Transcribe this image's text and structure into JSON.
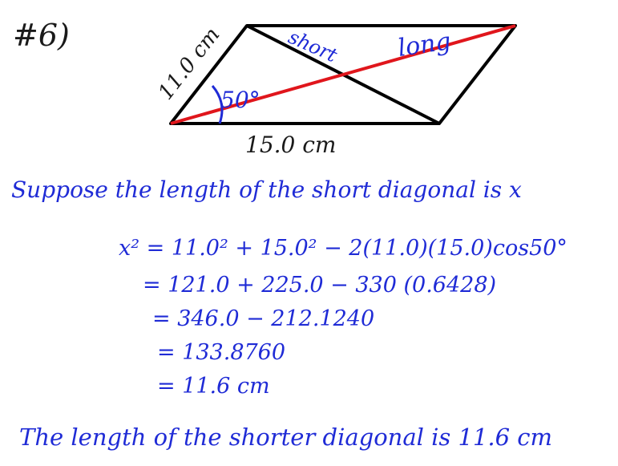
{
  "problem_number": "#6)",
  "figure": {
    "side_label": "11.0 cm",
    "base_label": "15.0 cm",
    "angle_label": "50°",
    "short_label": "short",
    "long_label": "long",
    "colors": {
      "outline": "#000000",
      "long_diagonal": "#e0161c",
      "angle_mark": "#1f2bd6",
      "handwriting_blue": "#1f2bd6"
    }
  },
  "intro": "Suppose the length of the short diagonal is x",
  "equations": [
    "x² = 11.0² + 15.0² − 2(11.0)(15.0)cos50°",
    "= 121.0 + 225.0 − 330 (0.6428)",
    "= 346.0 − 212.1240",
    "= 133.8760",
    "= 11.6 cm"
  ],
  "conclusion": "The length of the shorter diagonal is 11.6 cm"
}
